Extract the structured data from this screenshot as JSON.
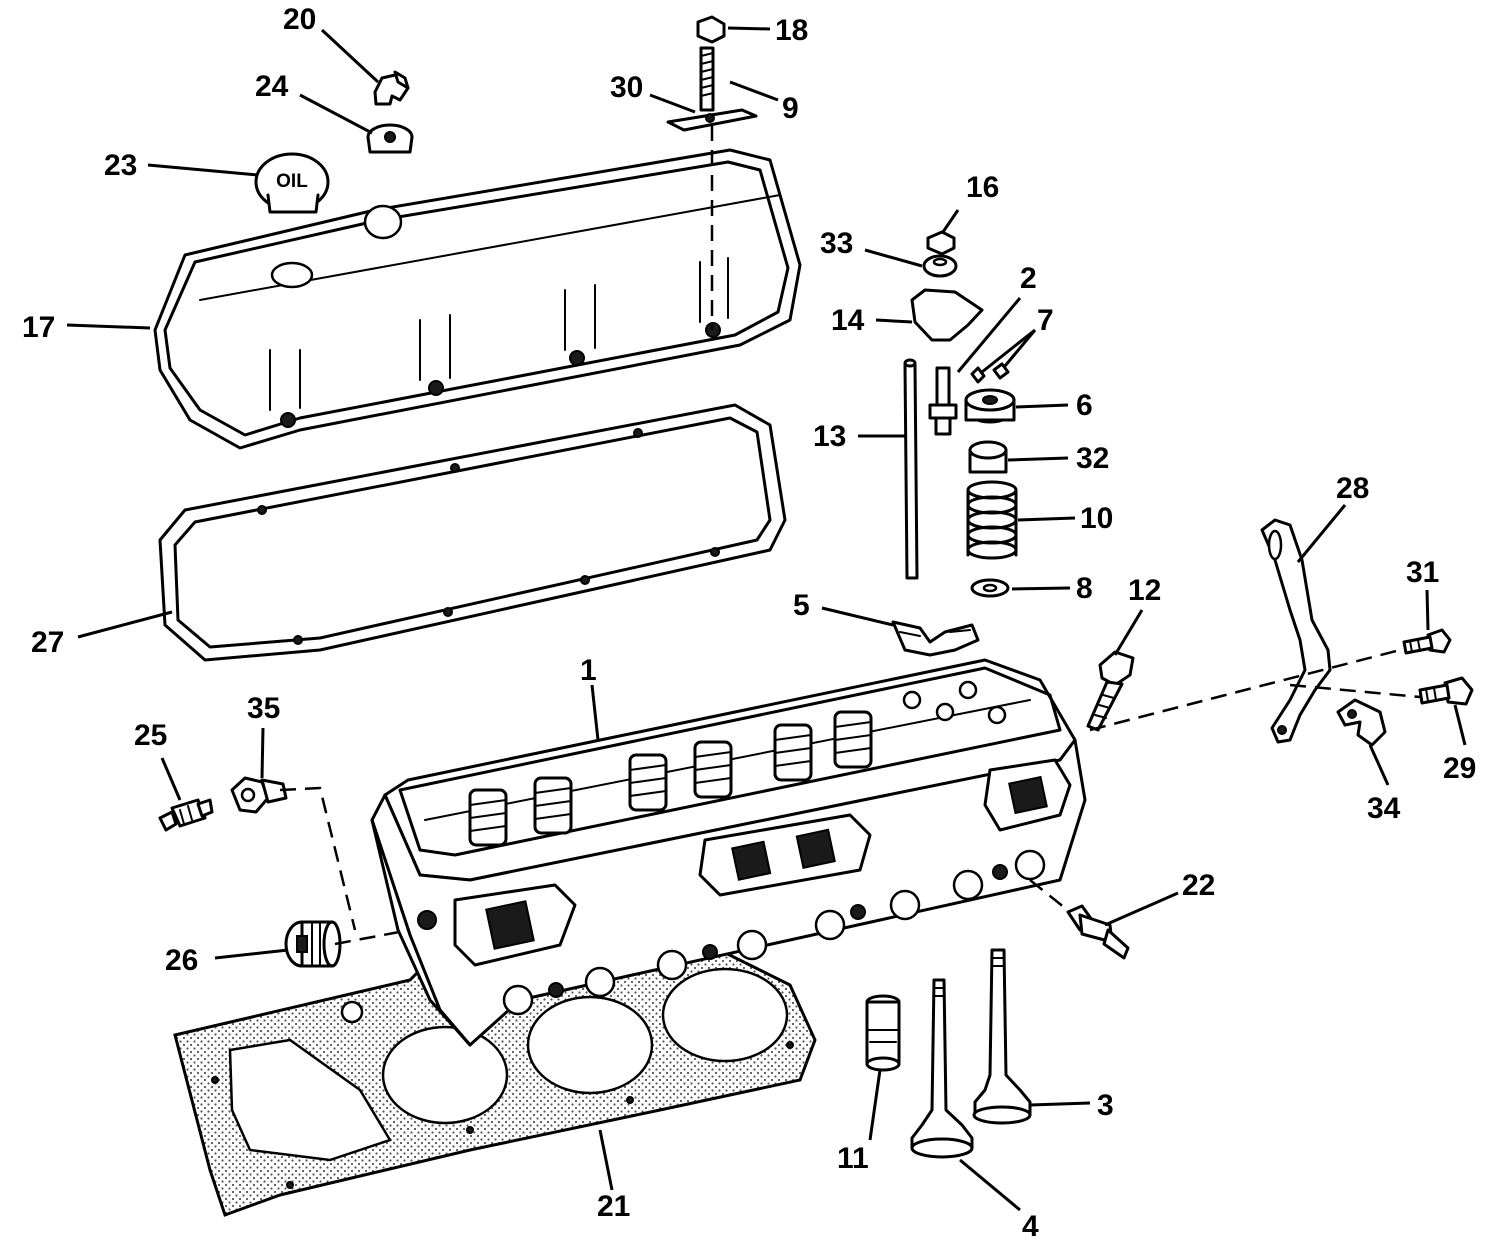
{
  "callouts": {
    "c1": "1",
    "c2": "2",
    "c3": "3",
    "c4": "4",
    "c5": "5",
    "c6": "6",
    "c7": "7",
    "c8": "8",
    "c9": "9",
    "c10": "10",
    "c11": "11",
    "c12": "12",
    "c13": "13",
    "c14": "14",
    "c16": "16",
    "c17": "17",
    "c18": "18",
    "c20": "20",
    "c21": "21",
    "c22": "22",
    "c23": "23",
    "c24": "24",
    "c25": "25",
    "c26": "26",
    "c27": "27",
    "c28": "28",
    "c29": "29",
    "c30": "30",
    "c31": "31",
    "c32": "32",
    "c33": "33",
    "c34": "34",
    "c35": "35"
  },
  "oil_cap_label": "OIL"
}
